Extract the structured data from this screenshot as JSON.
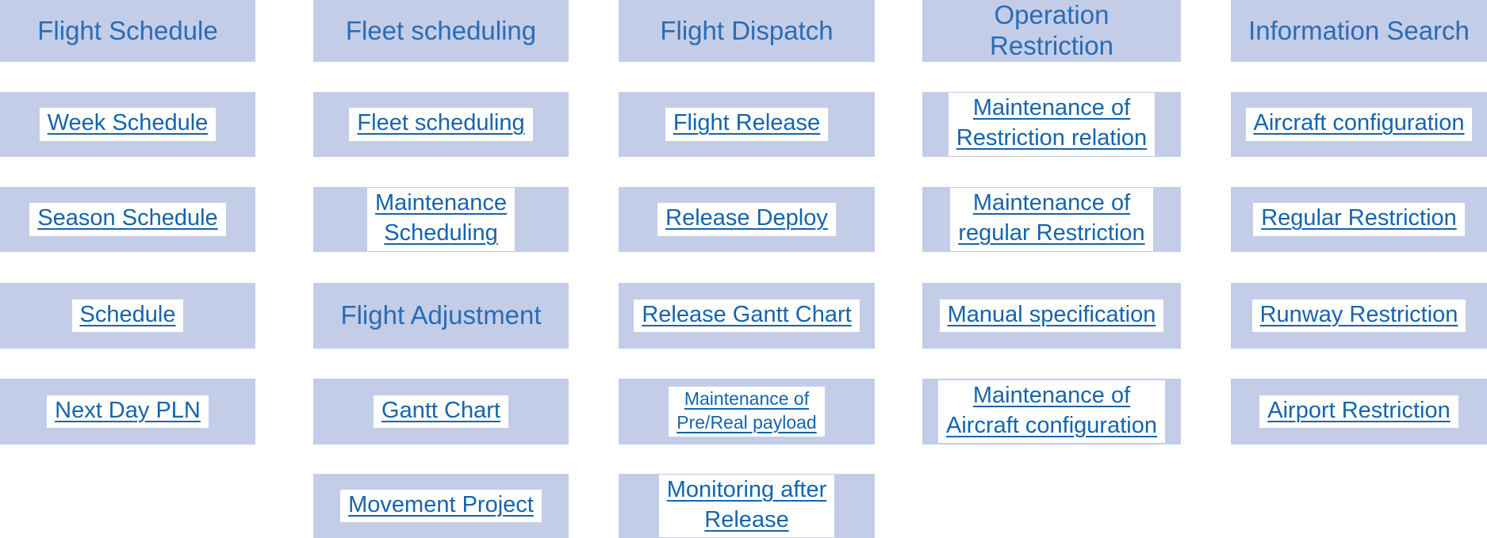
{
  "colors": {
    "box_bg": "#c4cde8",
    "header_text": "#2a6cb5",
    "link_text": "#1465ad",
    "link_bg": "#ffffff"
  },
  "columns": [
    {
      "name": "flight-schedule",
      "header": "Flight Schedule",
      "items": [
        {
          "label": "Week Schedule"
        },
        {
          "label": "Season Schedule"
        },
        {
          "label": "Schedule"
        },
        {
          "label": "Next Day PLN"
        }
      ]
    },
    {
      "name": "fleet-scheduling",
      "header": "Fleet scheduling",
      "items": [
        {
          "label": "Fleet scheduling"
        },
        {
          "label": "Maintenance\nScheduling"
        },
        {
          "label": "Flight Adjustment",
          "style": "header"
        },
        {
          "label": "Gantt Chart"
        },
        {
          "label": "Movement Project"
        }
      ]
    },
    {
      "name": "flight-dispatch",
      "header": "Flight Dispatch",
      "items": [
        {
          "label": "Flight Release"
        },
        {
          "label": "Release Deploy"
        },
        {
          "label": "Release Gantt Chart"
        },
        {
          "label": "Maintenance of\nPre/Real payload",
          "style": "small"
        },
        {
          "label": "Monitoring after\nRelease"
        }
      ]
    },
    {
      "name": "operation-restriction",
      "header": "Operation\nRestriction",
      "items": [
        {
          "label": "Maintenance of\nRestriction relation"
        },
        {
          "label": "Maintenance of\nregular Restriction"
        },
        {
          "label": "Manual specification"
        },
        {
          "label": "Maintenance of\nAircraft configuration"
        }
      ]
    },
    {
      "name": "information-search",
      "header": "Information Search",
      "items": [
        {
          "label": "Aircraft configuration"
        },
        {
          "label": "Regular Restriction"
        },
        {
          "label": "Runway Restriction"
        },
        {
          "label": "Airport Restriction"
        }
      ]
    }
  ]
}
